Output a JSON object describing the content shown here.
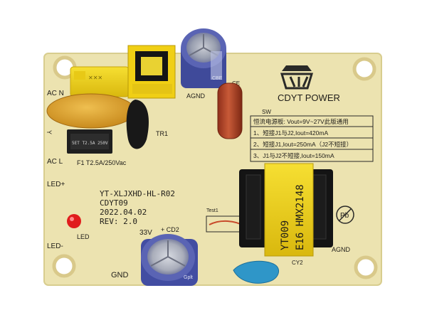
{
  "board": {
    "model": "YT-XLJXHD-HL-R02",
    "code": "CDYT09",
    "date": "2022.04.02",
    "rev": "REV: 2.0",
    "brand": "CDYT POWER",
    "sw_label": "SW"
  },
  "spec_box": {
    "title": "恒流电源板: Vout=9V~27V此版通用",
    "lines": [
      "1、短接J1与J2,Iout=420mA",
      "2、短接J1,Iout=250mA（J2不短接）",
      "3、J1与J2不短接,Iout=150mA"
    ]
  },
  "silkscreen": {
    "ac_n": "AC N",
    "ac_l": "AC L",
    "fuse": "F1 T2.5A/250Vac",
    "tr1": "TR1",
    "agnd_top": "AGND",
    "ce_label": "CE",
    "led_plus": "LED+",
    "led_minus": "LED-",
    "led": "LED",
    "v33": "33V",
    "cd2": "+ CD2",
    "gnd": "GND",
    "test1": "Test1",
    "agnd_bottom": "AGND",
    "cy2": "CY2",
    "y_mark": "Y"
  },
  "transformer": {
    "line1": "YT009",
    "line2": "E16 HMX2148"
  },
  "cap_top": {
    "label": "CBE"
  },
  "cap_bottom": {
    "label": "Gplt"
  },
  "fuse_body": {
    "label": "5ET T2.5A 250V"
  },
  "pb_symbol": "Pb",
  "colors": {
    "pcb": "#ece3b0",
    "pcb_edge": "#d8cd8e",
    "capacitor_blue": "#5a64b4",
    "transformer_yellow": "#f1d51b",
    "mov_orange": "#e0a430",
    "film_cap_red": "#b2482a",
    "ceramic_blue": "#2f96c8",
    "led_red": "#e01d1d"
  }
}
